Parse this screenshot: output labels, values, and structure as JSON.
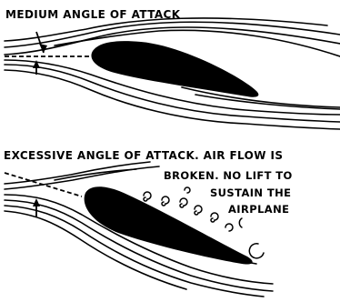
{
  "figure": {
    "panels": [
      {
        "title": "MEDIUM ANGLE OF ATTACK"
      },
      {
        "title": "EXCESSIVE ANGLE OF ATTACK. AIR FLOW IS",
        "note_lines": [
          "BROKEN.  NO LIFT TO",
          "SUSTAIN THE",
          "AIRPLANE"
        ]
      }
    ]
  }
}
